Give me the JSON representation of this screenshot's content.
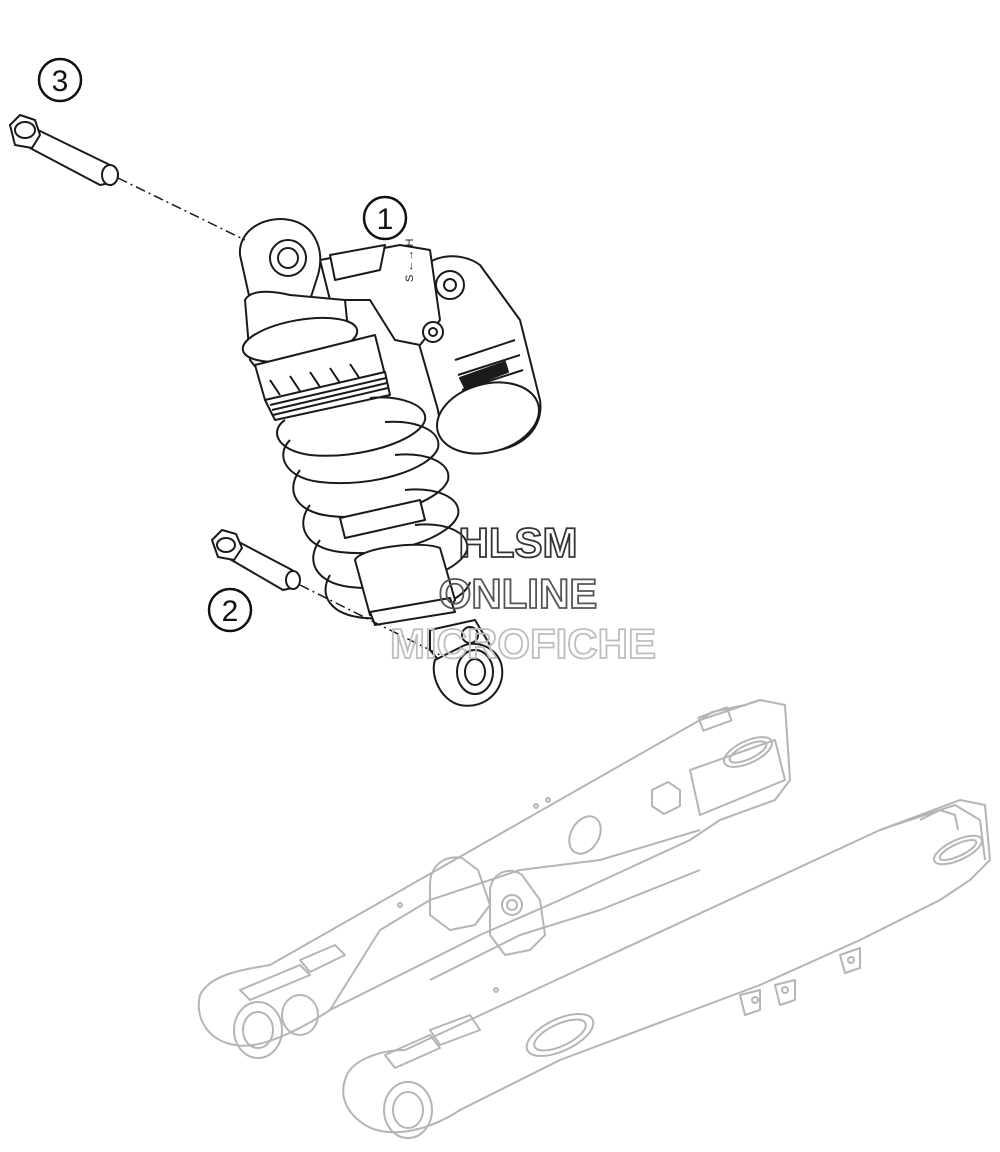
{
  "diagram": {
    "callouts": [
      {
        "id": "c1",
        "label": "1",
        "part": "shock-absorber"
      },
      {
        "id": "c2",
        "label": "2",
        "part": "lower-bolt"
      },
      {
        "id": "c3",
        "label": "3",
        "part": "upper-bolt"
      }
    ],
    "shock_decal": "S ←→ H"
  },
  "watermark": {
    "line1": "HLSM",
    "line2": "ONLINE",
    "line3": "MICROFICHE"
  },
  "colors": {
    "line": "#1a1a1a",
    "swingarm_line": "#b5b5b5",
    "watermark_dark": "#333333",
    "watermark_light": "#bdbdbd"
  }
}
